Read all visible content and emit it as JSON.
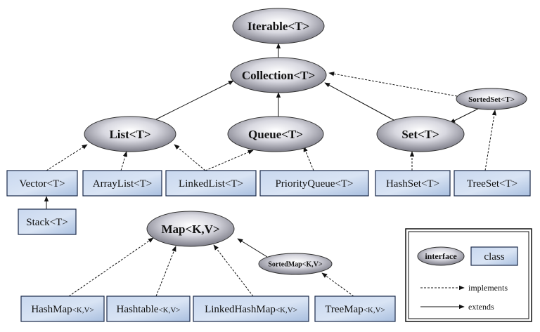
{
  "interfaces": [
    {
      "id": "iterable",
      "label": "Iterable<T>"
    },
    {
      "id": "collection",
      "label": "Collection<T>"
    },
    {
      "id": "list",
      "label": "List<T>"
    },
    {
      "id": "queue",
      "label": "Queue<T>"
    },
    {
      "id": "set",
      "label": "Set<T>"
    },
    {
      "id": "sortedset",
      "label": "SortedSet<T>"
    },
    {
      "id": "map",
      "label": "Map<K,V>"
    },
    {
      "id": "sortedmap",
      "label": "SortedMap<K,V>"
    }
  ],
  "classes": [
    {
      "id": "vector",
      "label": "Vector<T>"
    },
    {
      "id": "arraylist",
      "label": "ArrayList<T>"
    },
    {
      "id": "linkedlist",
      "label": "LinkedList<T>"
    },
    {
      "id": "priorityqueue",
      "label": "PriorityQueue<T>"
    },
    {
      "id": "hashset",
      "label": "HashSet<T>"
    },
    {
      "id": "treeset",
      "label": "TreeSet<T>"
    },
    {
      "id": "stack",
      "label": "Stack<T>"
    },
    {
      "id": "hashmap",
      "label": "HashMap",
      "suffix": "<K,V>"
    },
    {
      "id": "hashtable",
      "label": "Hashtable",
      "suffix": "<K,V>"
    },
    {
      "id": "linkedhashmap",
      "label": "LinkedHashMap",
      "suffix": "<K,V>"
    },
    {
      "id": "treemap",
      "label": "TreeMap",
      "suffix": "<K,V>"
    }
  ],
  "edges": [
    {
      "from": "collection",
      "to": "iterable",
      "kind": "extends"
    },
    {
      "from": "list",
      "to": "collection",
      "kind": "extends"
    },
    {
      "from": "queue",
      "to": "collection",
      "kind": "extends"
    },
    {
      "from": "set",
      "to": "collection",
      "kind": "extends"
    },
    {
      "from": "sortedset",
      "to": "collection",
      "kind": "implements"
    },
    {
      "from": "sortedset",
      "to": "set",
      "kind": "extends"
    },
    {
      "from": "vector",
      "to": "list",
      "kind": "implements"
    },
    {
      "from": "arraylist",
      "to": "list",
      "kind": "implements"
    },
    {
      "from": "linkedlist",
      "to": "list",
      "kind": "implements"
    },
    {
      "from": "linkedlist",
      "to": "queue",
      "kind": "implements"
    },
    {
      "from": "priorityqueue",
      "to": "queue",
      "kind": "implements"
    },
    {
      "from": "hashset",
      "to": "set",
      "kind": "implements"
    },
    {
      "from": "treeset",
      "to": "sortedset",
      "kind": "implements"
    },
    {
      "from": "stack",
      "to": "vector",
      "kind": "extends"
    },
    {
      "from": "hashmap",
      "to": "map",
      "kind": "implements"
    },
    {
      "from": "hashtable",
      "to": "map",
      "kind": "implements"
    },
    {
      "from": "linkedhashmap",
      "to": "map",
      "kind": "implements"
    },
    {
      "from": "sortedmap",
      "to": "map",
      "kind": "extends"
    },
    {
      "from": "treemap",
      "to": "sortedmap",
      "kind": "implements"
    }
  ],
  "legend": {
    "interface_label": "interface",
    "class_label": "class",
    "implements_label": "implements",
    "extends_label": "extends"
  }
}
